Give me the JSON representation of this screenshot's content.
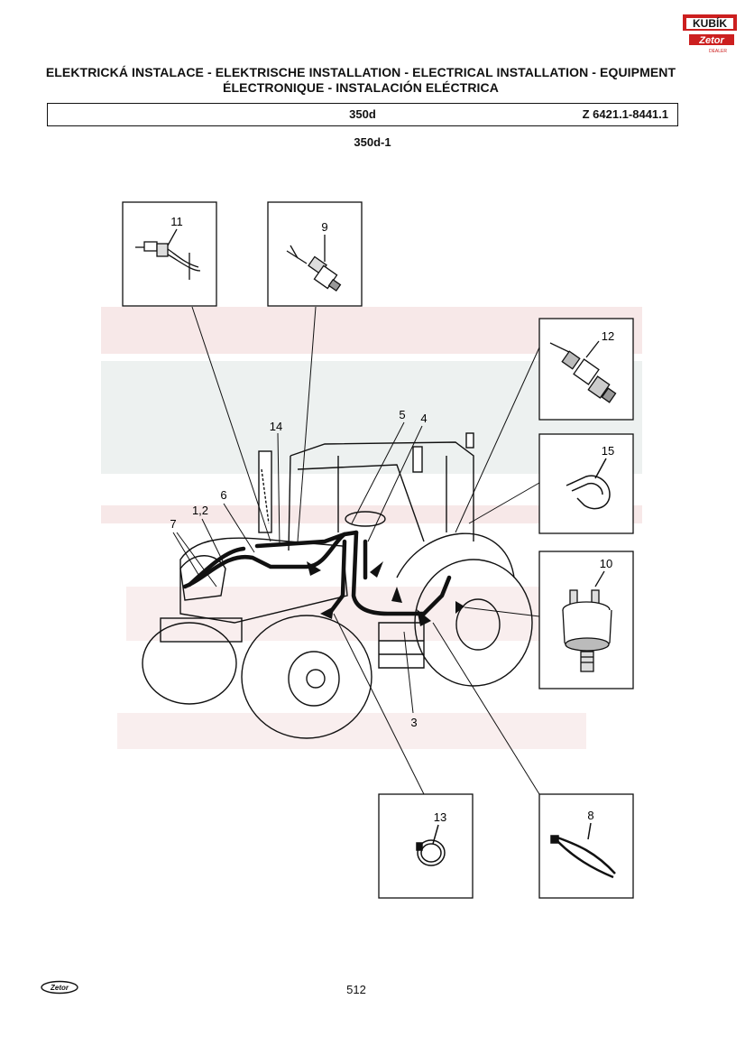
{
  "header": {
    "title_line1": "ELEKTRICKÁ INSTALACE - ELEKTRISCHE INSTALLATION - ELECTRICAL INSTALLATION - EQUIPMENT",
    "title_line2": "ÉLECTRONIQUE - INSTALACIÓN ELÉCTRICA"
  },
  "reference": {
    "model": "350d",
    "code": "Z 6421.1-8441.1"
  },
  "figure_id": "350d-1",
  "logo": {
    "brand": "KUBÍK",
    "sub": "Zetor",
    "dealer": "DEALER"
  },
  "callouts": {
    "c11": "11",
    "c9": "9",
    "c12": "12",
    "c15": "15",
    "c10": "10",
    "c13": "13",
    "c8": "8",
    "c14": "14",
    "c5": "5",
    "c4": "4",
    "c6": "6",
    "c12b": "1,2",
    "c7": "7",
    "c3": "3"
  },
  "footer": {
    "brand": "Zetor",
    "page": "512"
  },
  "colors": {
    "watermark": "#f3dede",
    "ink": "#111111",
    "logo_red": "#cc1f1f"
  }
}
